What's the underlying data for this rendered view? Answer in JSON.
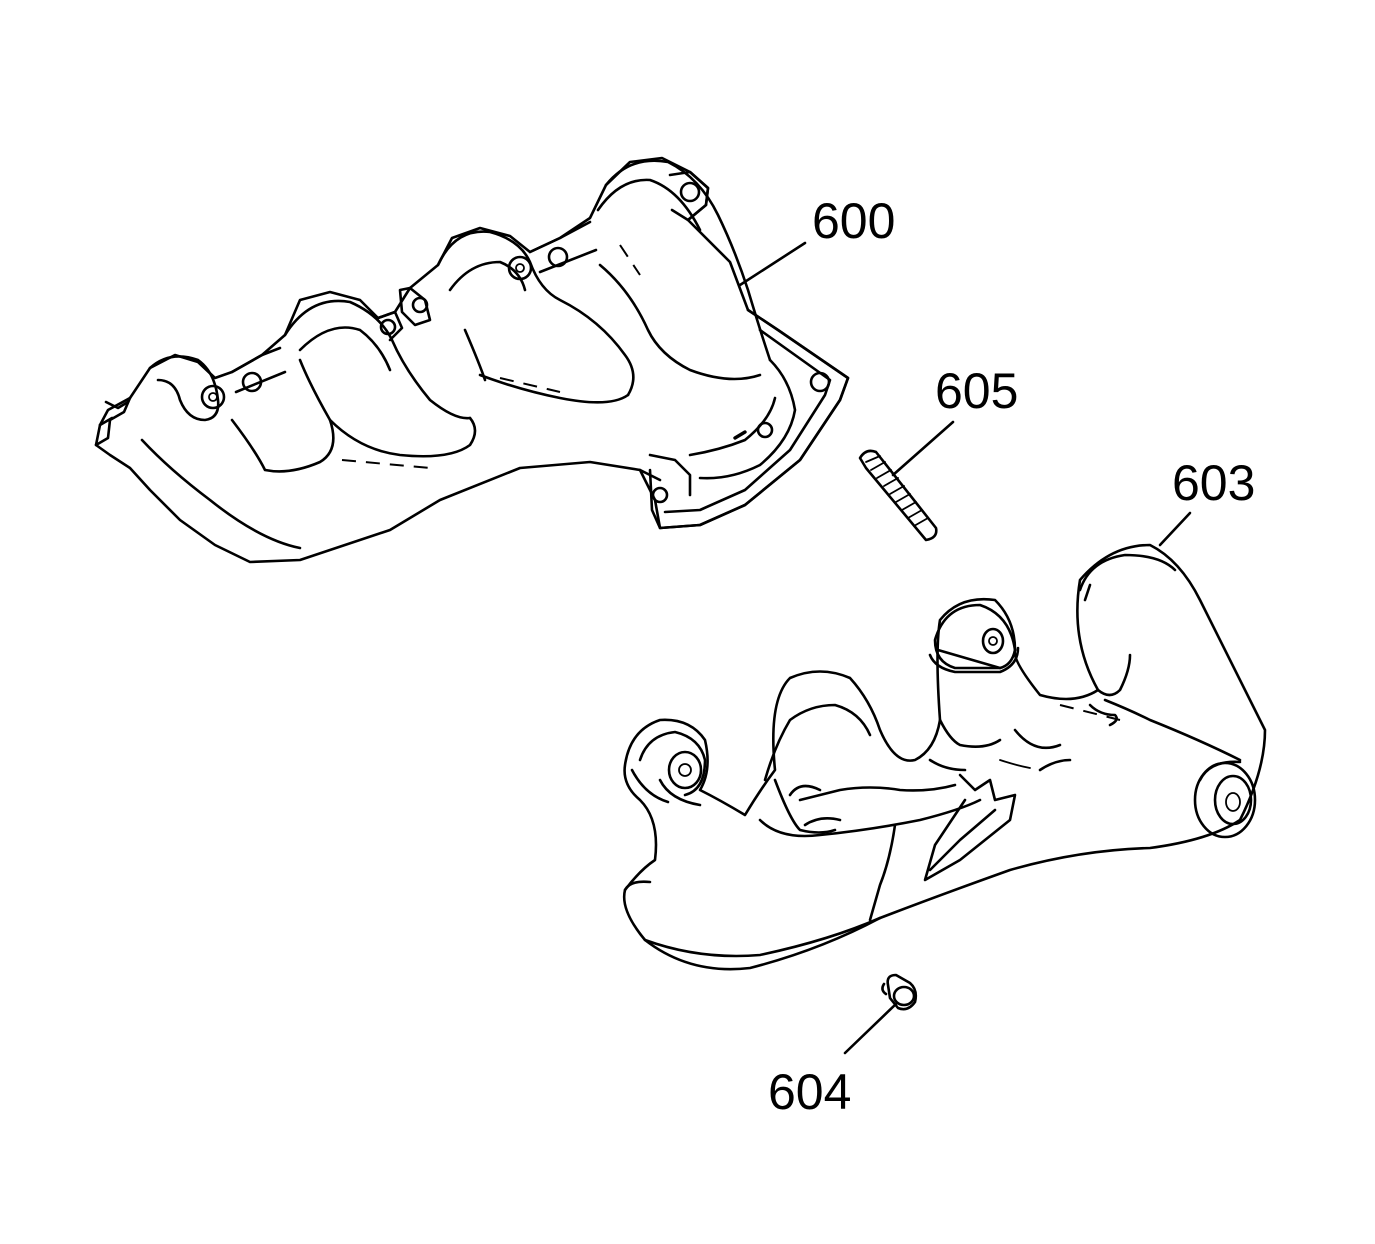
{
  "callouts": [
    {
      "id": "600",
      "label": "600",
      "part": "exhaust-manifold-heat-shield"
    },
    {
      "id": "605",
      "label": "605",
      "part": "manifold-stud"
    },
    {
      "id": "603",
      "label": "603",
      "part": "exhaust-manifold"
    },
    {
      "id": "604",
      "label": "604",
      "part": "manifold-bolt"
    }
  ]
}
